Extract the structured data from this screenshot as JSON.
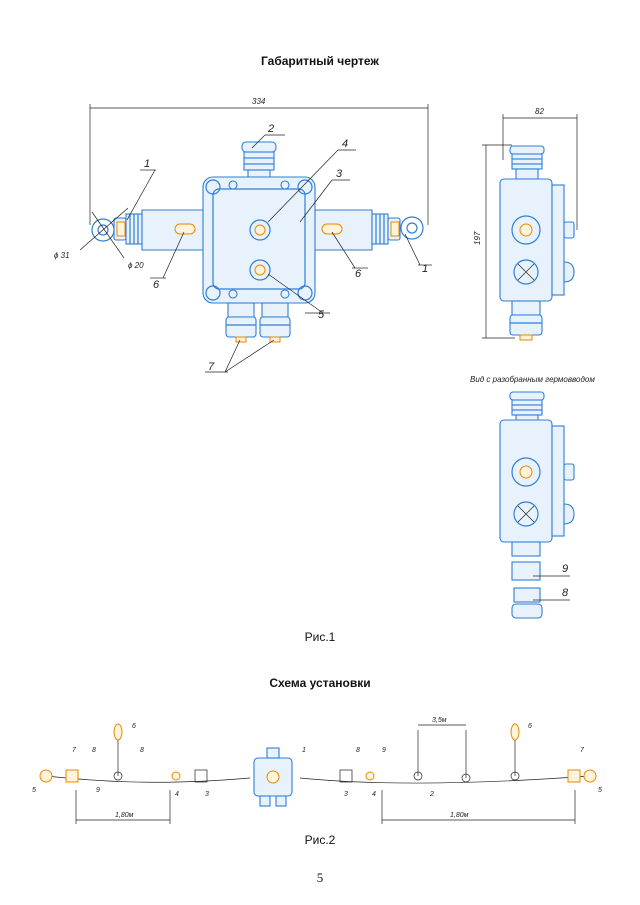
{
  "heading1": "Габаритный чертеж",
  "heading2": "Схема установки",
  "caption1": "Рис.1",
  "caption2": "Рис.2",
  "page_number": "5",
  "fig1": {
    "dim_width": "334",
    "dim_depth": "82",
    "dim_height": "197",
    "dim_d31": "ϕ 31",
    "dim_d20": "ϕ 20",
    "view_note": "Вид с разобранным гермовводом",
    "labels": [
      "1",
      "2",
      "3",
      "4",
      "5",
      "6",
      "7",
      "8",
      "9"
    ]
  },
  "fig2": {
    "dim_left": "1,80м",
    "dim_right": "1,80м",
    "dim_spacing": "3,5м",
    "labels": [
      "1",
      "2",
      "3",
      "4",
      "5",
      "6",
      "7",
      "8",
      "9"
    ]
  }
}
